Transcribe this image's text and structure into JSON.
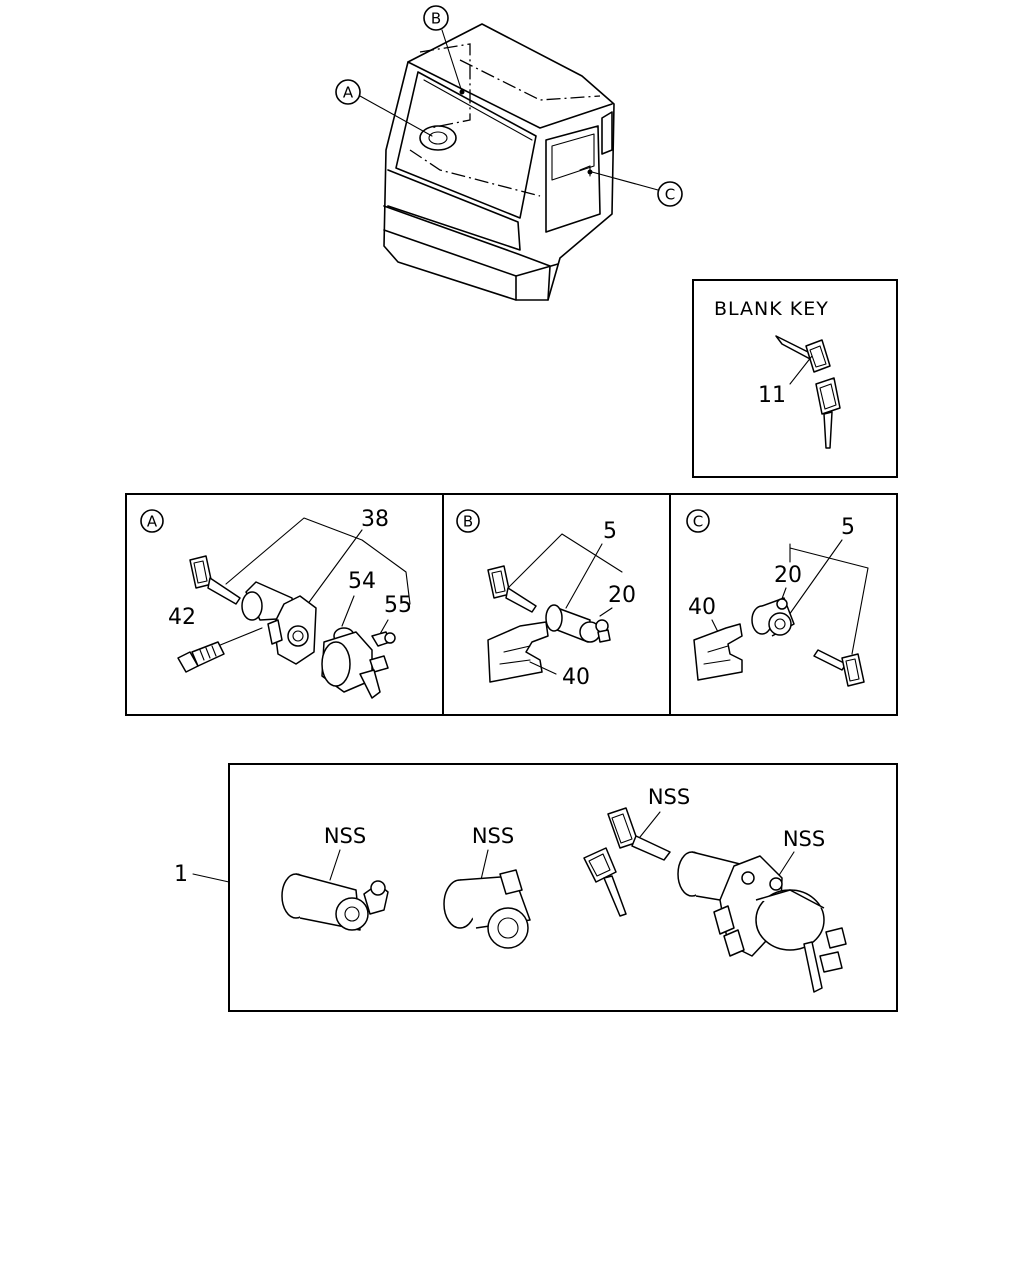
{
  "title_box": {
    "blank_key": "BLANK KEY"
  },
  "callouts": {
    "a": "A",
    "b": "B",
    "c": "C"
  },
  "parts": {
    "p1": "1",
    "p5_b": "5",
    "p5_c": "5",
    "p11": "11",
    "p20_b": "20",
    "p20_c": "20",
    "p38": "38",
    "p40_b": "40",
    "p40_c": "40",
    "p42": "42",
    "p54": "54",
    "p55": "55"
  },
  "nss_labels": [
    "NSS",
    "NSS",
    "NSS",
    "NSS"
  ],
  "icons": [
    "truck-cab",
    "key",
    "lock-cylinder",
    "ignition-switch",
    "bolt",
    "screw",
    "clip"
  ]
}
